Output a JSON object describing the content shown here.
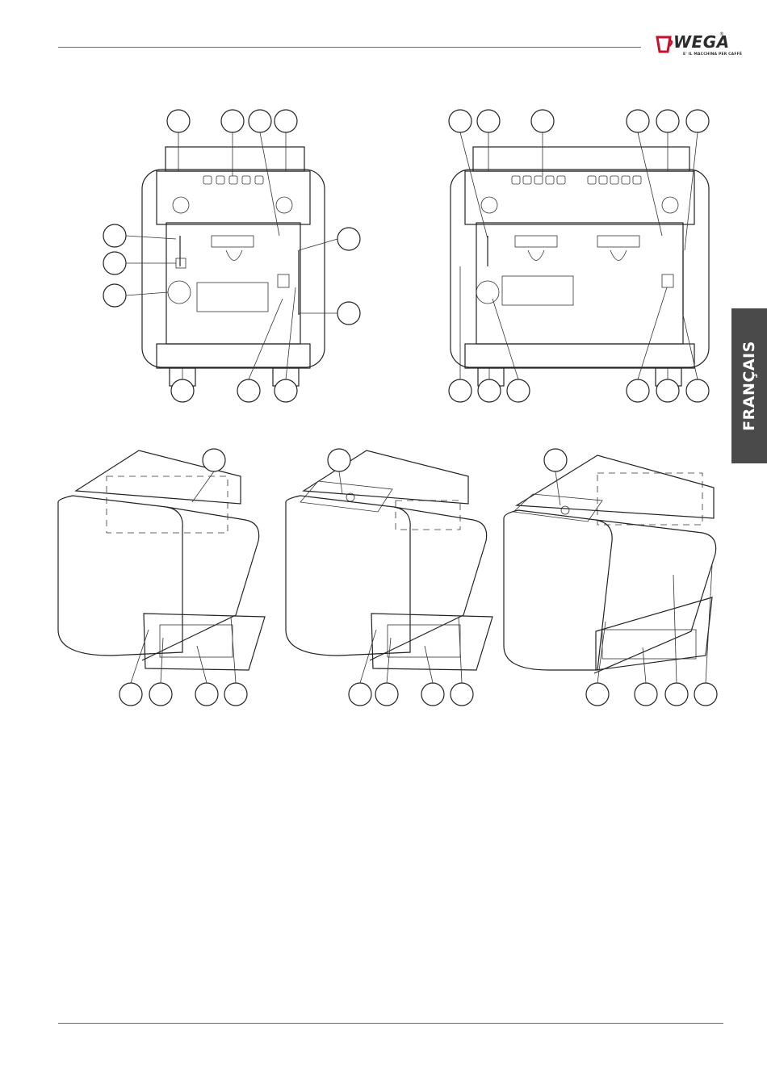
{
  "header": {
    "logo": {
      "wordmark": "WEGA",
      "tagline": "E' IL MACCHINA PER CAFFÈ",
      "registered_mark": "®",
      "brand_color": "#c8102e",
      "icon": "cup-icon"
    }
  },
  "side_tab": {
    "label": "FRANÇAIS",
    "background": "#4a4a4a"
  }
}
